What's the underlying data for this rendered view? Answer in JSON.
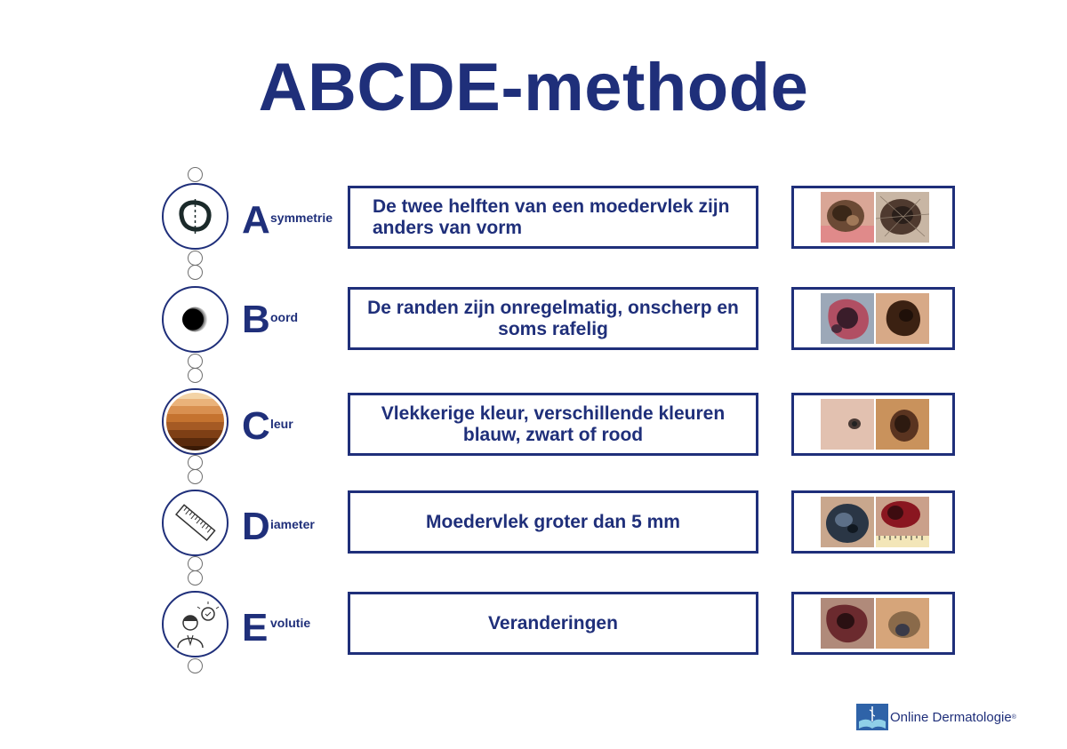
{
  "title": "ABCDE-methode",
  "rows": [
    {
      "letter": "A",
      "word": "symmetrie",
      "text": "De twee helften van een moedervlek zijn anders van vorm",
      "icon": "asymmetry-icon"
    },
    {
      "letter": "B",
      "word": "oord",
      "text": "De randen zijn onregelmatig, onscherp en soms rafelig",
      "icon": "border-icon"
    },
    {
      "letter": "C",
      "word": "leur",
      "text": "Vlekkerige kleur, verschillende kleuren blauw, zwart of rood",
      "icon": "color-palette-icon"
    },
    {
      "letter": "D",
      "word": "iameter",
      "text": "Moedervlek groter dan 5 mm",
      "icon": "ruler-icon"
    },
    {
      "letter": "E",
      "word": "volutie",
      "text": "Veranderingen",
      "icon": "person-idea-icon"
    }
  ],
  "brand": {
    "name": "Online Dermatologie",
    "reg": "®"
  },
  "colors": {
    "navy": "#1f2f7a",
    "chain": "#6f6f6f"
  }
}
